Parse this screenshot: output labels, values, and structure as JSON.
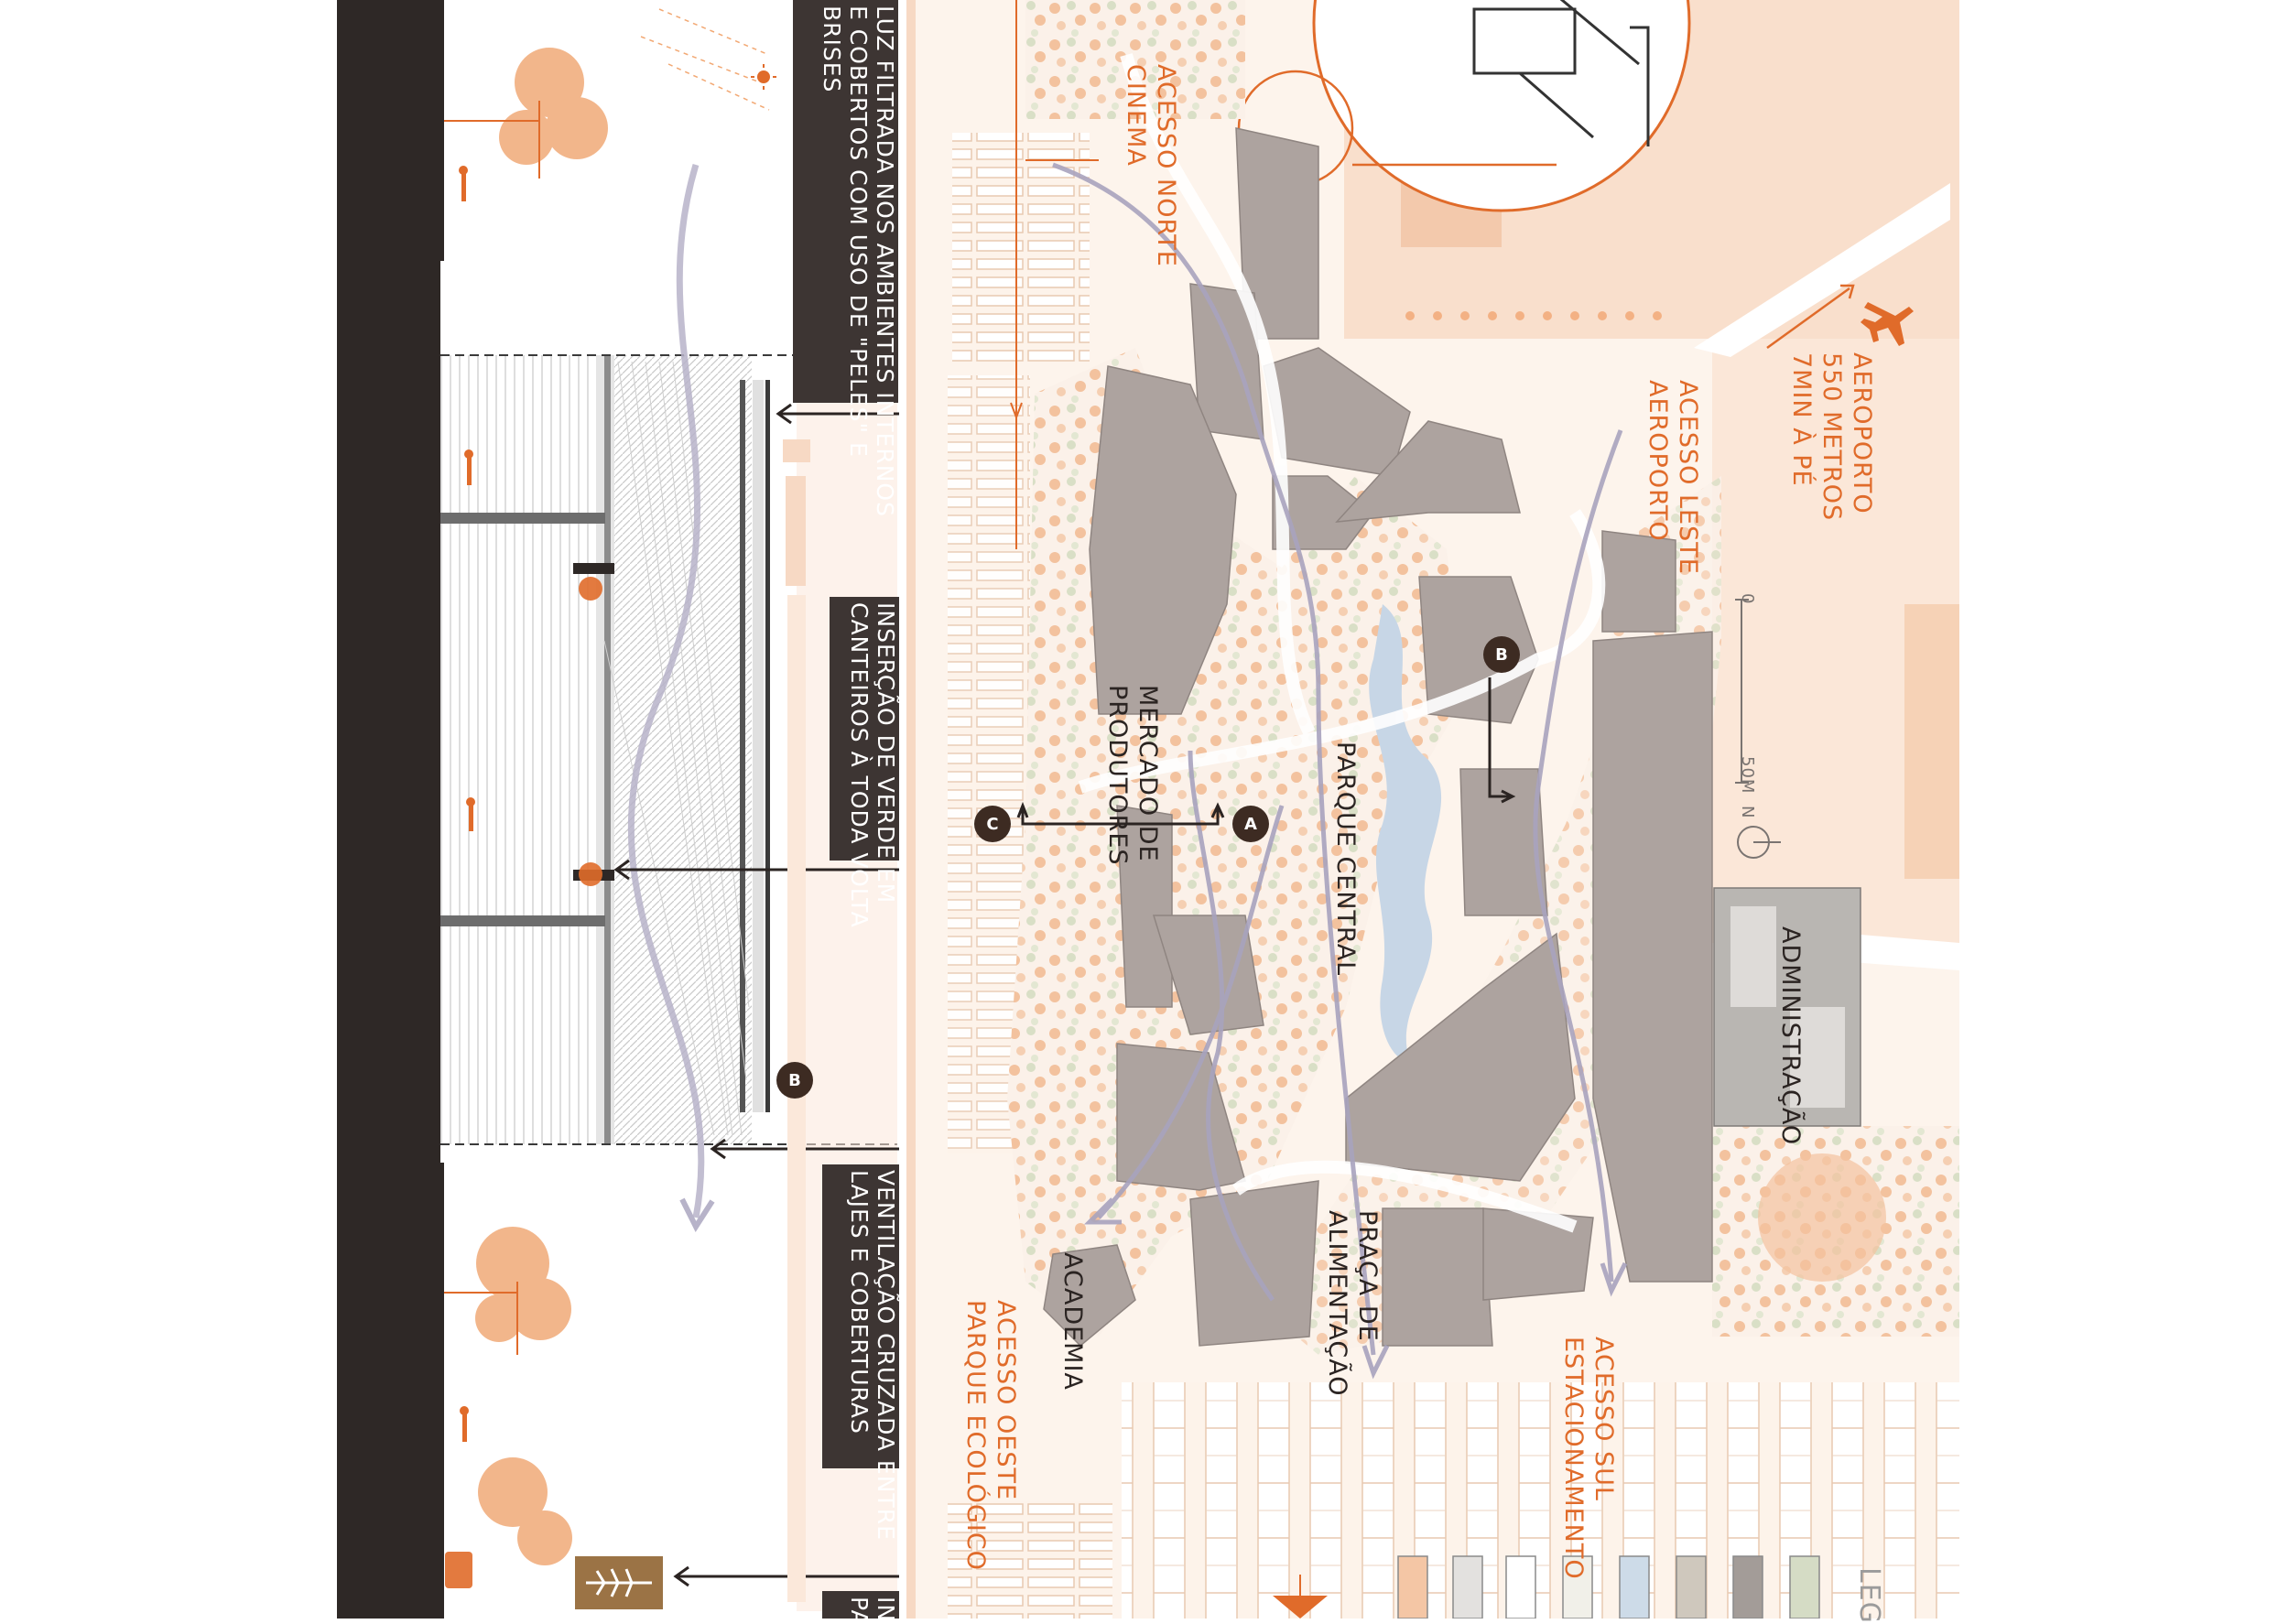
{
  "colors": {
    "accent_orange": "#e06b2a",
    "dark_panel": "#3d3533",
    "building_grey": "#ada39f",
    "site_beige": "#fbe8da",
    "tree_orange": "#f2b48a",
    "green_patch": "#c9d6b6",
    "water": "#c7d6e6",
    "flow_arrow": "#a8a3be"
  },
  "section_notes": {
    "light": "LUZ FILTRADA NOS AMBIENTES INTERNOS\nE COBERTOS COM USO DE \"PELES\" E\nBRISES",
    "green": "INSERÇÃO DE VERDE EM\nCANTEIROS À TODA VOLTA",
    "ventilation": "VENTILAÇÃO CRUZADA ENTRE\nLAJES E COBERTURAS",
    "bottom_cut": "INS\nPA"
  },
  "plan_labels": {
    "north_access": "ACESSO NORTE\nCINEMA",
    "east_access": "ACESSO LESTE\nAEROPORTO",
    "airport": "AEROPORTO\n550 METROS\n7MIN À PÉ",
    "market": "MERCADO DE\nPRODUTORES",
    "central_park": "PARQUE CENTRAL",
    "administration": "ADMINISTRAÇÃO",
    "food_court": "PRAÇA DE\nALIMENTAÇÃO",
    "gym": "ACADEMIA",
    "west_access": "ACESSO OESTE\nPARQUE ECOLÓGICO",
    "south_access": "ACESSO SUL\nESTACIONAMENTO",
    "legend_cut": "LEG"
  },
  "scale_bar": {
    "zero": "0",
    "max": "50M",
    "north": "N"
  },
  "section_markers": {
    "a": "A",
    "b": "B",
    "c": "C",
    "b_section": "B"
  },
  "icons": [
    "sun-icon",
    "airplane-icon",
    "north-arrow-icon",
    "leaf-icon",
    "tree-icon",
    "person-icon"
  ],
  "legend_swatches": [
    "#f4c6a5",
    "#e3e1df",
    "#ffffff",
    "#f1f0e9",
    "#cddbe8",
    "#cfc8bd",
    "#a39c98",
    "#d5dcc5"
  ]
}
